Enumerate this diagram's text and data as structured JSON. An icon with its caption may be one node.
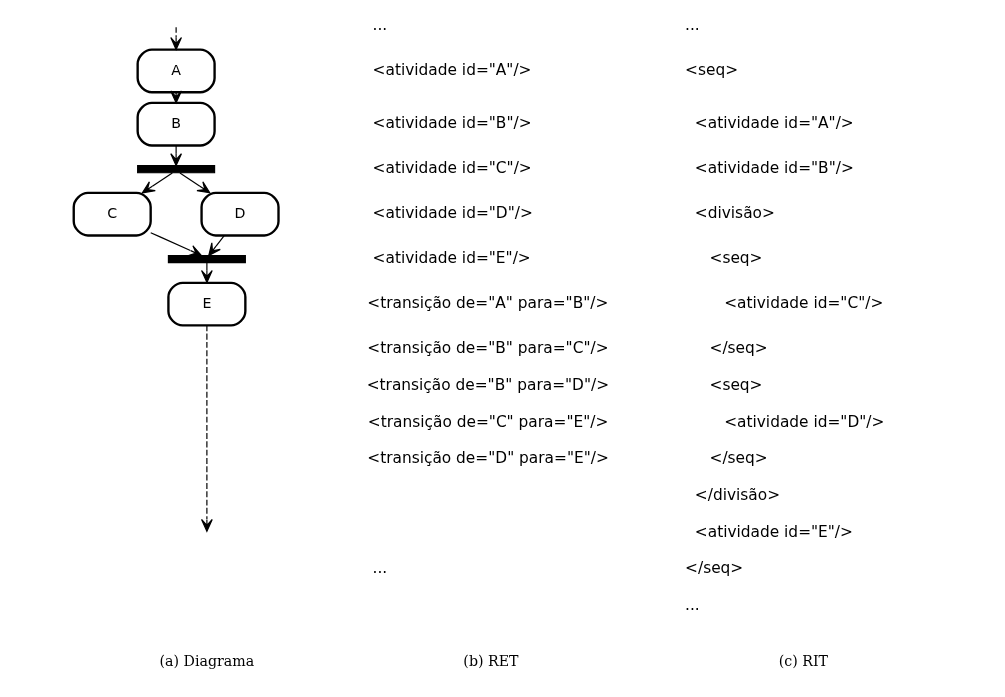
{
  "diagram": {
    "nodes": [
      {
        "text": [
          "A"
        ]
      },
      {
        "text": [
          "B"
        ]
      },
      {
        "text": [],
        "shape": "bar"
      },
      {
        "text": [
          "C"
        ]
      },
      {
        "text": [
          "D"
        ]
      },
      {
        "text": [],
        "shape": "bar"
      },
      {
        "text": [
          "E"
        ]
      }
    ],
    "edges": [
      {
        "from": null,
        "to": 0,
        "arrow": "to",
        "style": "dashed"
      },
      {
        "from": 0,
        "to": 1,
        "arrow": "to"
      },
      {
        "from": 1,
        "to": 2,
        "arrow": "to"
      },
      {
        "from": 2,
        "to": 3,
        "arrow": "to"
      },
      {
        "from": 2,
        "to": 4,
        "arrow": "to"
      },
      {
        "from": 3,
        "to": 5,
        "arrow": "to"
      },
      {
        "from": 4,
        "to": 5,
        "arrow": "to"
      },
      {
        "from": 5,
        "to": 6,
        "arrow": "to"
      },
      {
        "from": 6,
        "to": null,
        "arrow": "to",
        "style": "dashed"
      }
    ],
    "labels": [
      "...",
      "<atividade id=\"A\"/>",
      "<atividade id=\"B\"/>",
      "<atividade id=\"C\"/>",
      "<atividade id=\"D\"/>",
      "<atividade id=\"E\"/>",
      "<transição de=\"A\" para=\"B\"/>",
      "<transição de=\"B\" para=\"C\"/>",
      "<transição de=\"B\" para=\"D\"/>",
      "<transição de=\"C\" para=\"E\"/>",
      "<transição de=\"D\" para=\"E\"/>",
      "...",
      "...",
      "<seq>",
      "<atividade id=\"A\"/>",
      "<atividade id=\"B\"/>",
      "<divisão>",
      "<seq>",
      "<atividade id=\"C\"/>",
      "</seq>",
      "<seq>",
      "<atividade id=\"D\"/>",
      "</seq>",
      "</divisão>",
      "<atividade id=\"E\"/>",
      "</seq>",
      "...",
      "(a) Diagrama",
      "(b) RET",
      "(c) RIT"
    ]
  }
}
